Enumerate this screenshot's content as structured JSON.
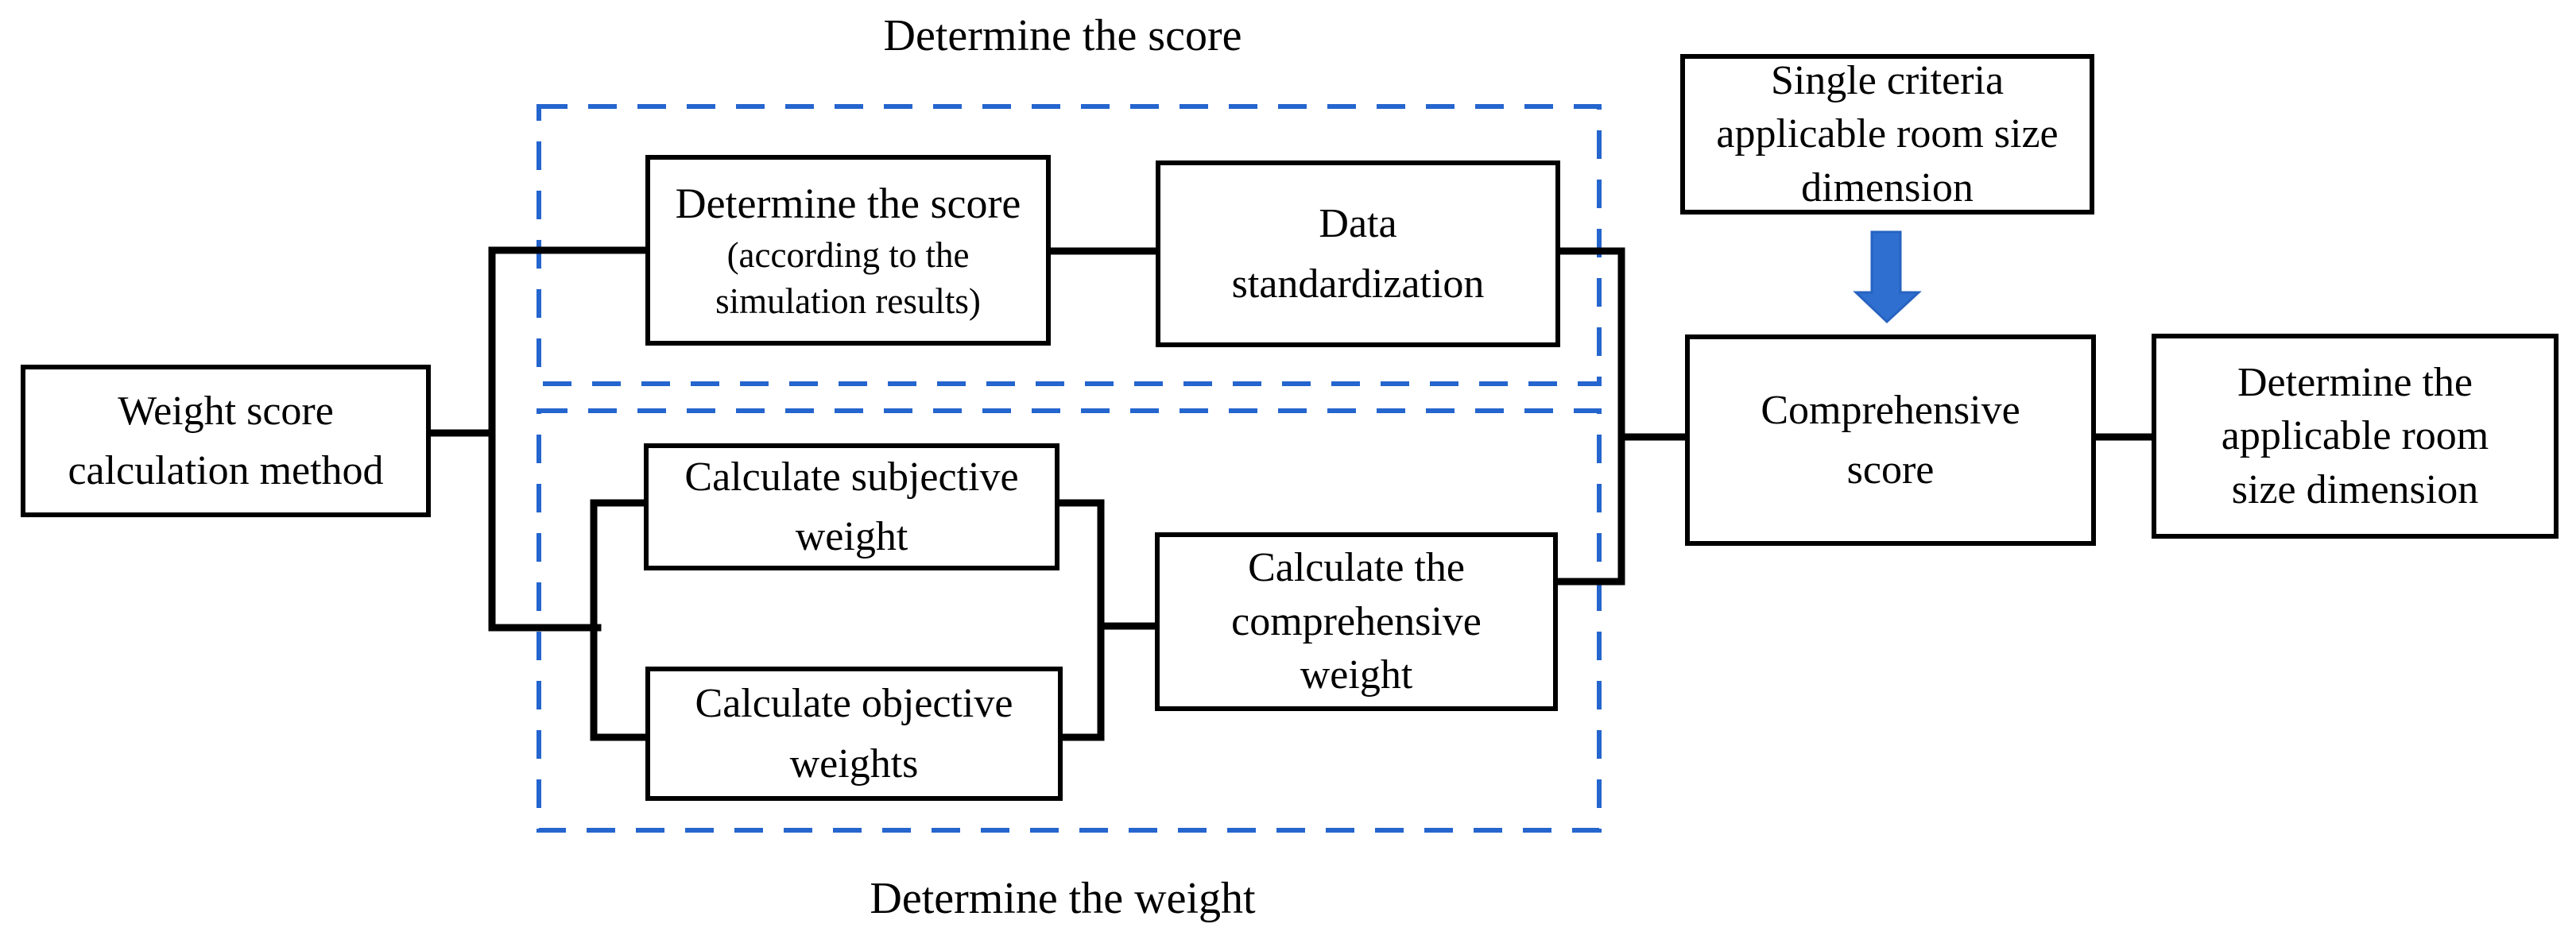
{
  "diagram": {
    "captions": {
      "score_group": "Determine the score",
      "weight_group": "Determine the weight"
    },
    "nodes": {
      "weight_score": {
        "lines": [
          "Weight score",
          "calculation method"
        ]
      },
      "determine_score": {
        "lines": [
          "Determine the score",
          "(according to the",
          "simulation results)"
        ]
      },
      "data_standardization": {
        "lines": [
          "Data",
          "standardization"
        ]
      },
      "single_criteria": {
        "lines": [
          "Single criteria",
          "applicable room size",
          "dimension"
        ]
      },
      "comprehensive_score": {
        "lines": [
          "Comprehensive",
          "score"
        ]
      },
      "determine_applicable": {
        "lines": [
          "Determine the",
          "applicable room",
          "size dimension"
        ]
      },
      "calculate_subjective": {
        "lines": [
          "Calculate subjective",
          "weight"
        ]
      },
      "calculate_objective": {
        "lines": [
          "Calculate objective",
          "weights"
        ]
      },
      "calculate_comprehensive": {
        "lines": [
          "Calculate the",
          "comprehensive",
          "weight"
        ]
      }
    },
    "icons": {
      "down_arrow": "blue-down-arrow"
    },
    "colors": {
      "outline_blue": "#2565CE",
      "arrow_blue": "#2E6FD0",
      "arrow_edge_blue": "#2763C0",
      "line_black": "#000000"
    }
  }
}
